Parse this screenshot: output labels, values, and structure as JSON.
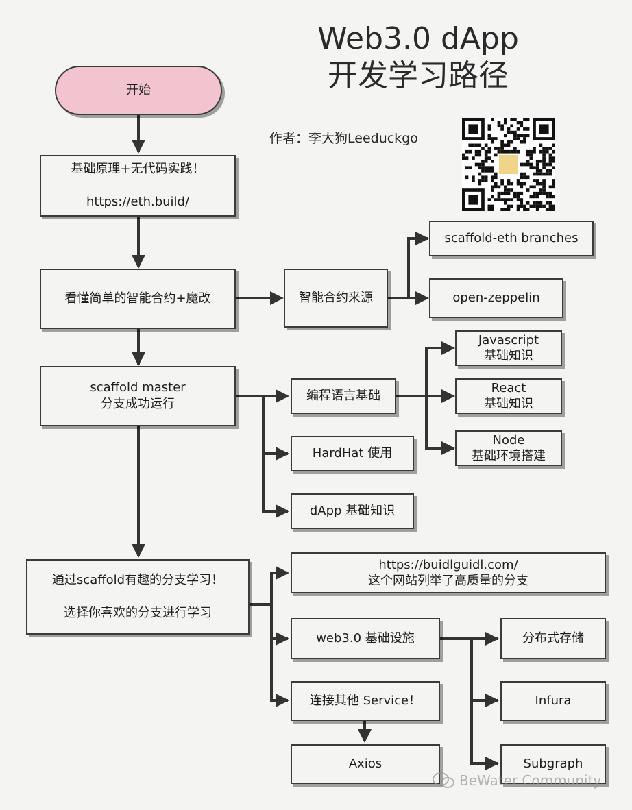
{
  "title": "Web3.0 dApp\n开发学习路径",
  "author": "作者：李大狗Leeduckgo",
  "watermark": "BeWater Community",
  "colors": {
    "start_fill": "#f2c4cf",
    "box_border": "#3b3b3b",
    "arrow": "#333333",
    "background": "#f4f4f2"
  },
  "nodes": {
    "start": "开始",
    "basics": "基础原理+无代码实践！\n\nhttps://eth.build/",
    "read_contracts": "看懂简单的智能合约+魔改",
    "contract_sources": "智能合约来源",
    "scaffold_branches": "scaffold-eth branches",
    "open_zeppelin": "open-zeppelin",
    "scaffold_master": "scaffold master\n分支成功运行",
    "lang_basics": "编程语言基础",
    "javascript": "Javascript\n基础知识",
    "react": "React\n基础知识",
    "node": "Node\n基础环境搭建",
    "hardhat": "HardHat 使用",
    "dapp_basics": "dApp 基础知识",
    "branch_learning": "通过scaffold有趣的分支学习！\n\n选择你喜欢的分支进行学习",
    "buidlguidl": "https://buidlguidl.com/\n这个网站列举了高质量的分支",
    "infra": "web3.0 基础设施",
    "storage": "分布式存储",
    "infura": "Infura",
    "subgraph": "Subgraph",
    "other_service": "连接其他 Service！",
    "axios": "Axios"
  }
}
